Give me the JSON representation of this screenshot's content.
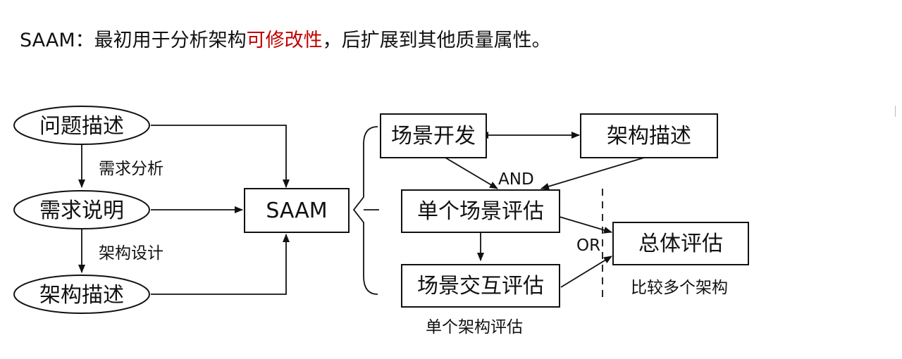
{
  "title": {
    "prefix": "SAAM：最初用于分析架构",
    "highlight": "可修改性",
    "suffix": "，后扩展到其他质量属性。",
    "highlight_color": "#c00000"
  },
  "nodes": {
    "problem_desc": "问题描述",
    "req_spec": "需求说明",
    "arch_desc_left": "架构描述",
    "saam": "SAAM",
    "scenario_dev": "场景开发",
    "arch_desc_right": "架构描述",
    "single_scenario_eval": "单个场景评估",
    "scenario_interaction_eval": "场景交互评估",
    "overall_eval": "总体评估"
  },
  "labels": {
    "req_analysis": "需求分析",
    "arch_design": "架构设计",
    "and": "AND",
    "or": "OR",
    "single_arch_eval": "单个架构评估",
    "compare_archs": "比较多个架构"
  }
}
